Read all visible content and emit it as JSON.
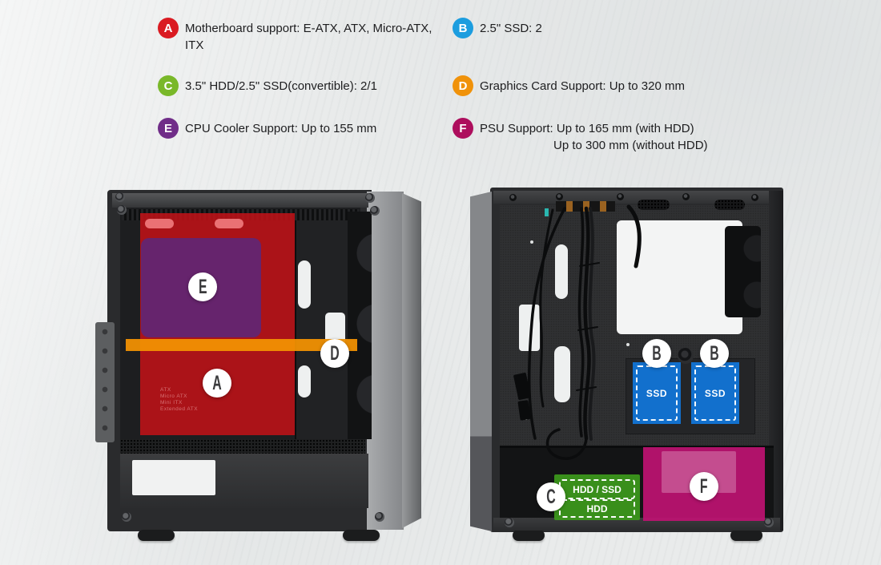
{
  "page": {
    "background": "#e9ebeb"
  },
  "legend": {
    "items": [
      {
        "id": "A",
        "color": "#da1a21",
        "line1": "Motherboard support: E-ATX, ATX, Micro-ATX,",
        "line2": "ITX"
      },
      {
        "id": "B",
        "color": "#1c9ddf",
        "line1": "2.5\" SSD: 2",
        "line2": ""
      },
      {
        "id": "C",
        "color": "#79b829",
        "line1": "3.5\" HDD/2.5\" SSD(convertible): 2/1",
        "line2": ""
      },
      {
        "id": "D",
        "color": "#f0920a",
        "line1": "Graphics Card Support: Up to 320 mm",
        "line2": ""
      },
      {
        "id": "E",
        "color": "#702d88",
        "line1": "CPU Cooler Support: Up to 155 mm",
        "line2": ""
      },
      {
        "id": "F",
        "color": "#ad0e5d",
        "line1": "PSU Support: Up to 165 mm (with HDD)",
        "line2": "Up to 300 mm (without HDD)"
      }
    ]
  },
  "left_case": {
    "markers": [
      {
        "id": "E"
      },
      {
        "id": "D"
      },
      {
        "id": "A"
      }
    ],
    "tray_markings": [
      "ATX",
      "Micro ATX",
      "Mini ITX",
      "Extended ATX"
    ]
  },
  "right_case": {
    "markers": [
      {
        "id": "B"
      },
      {
        "id": "B"
      },
      {
        "id": "C"
      },
      {
        "id": "F"
      }
    ],
    "ssd_labels": [
      "SSD",
      "SSD"
    ],
    "drive_bay_labels": [
      "HDD / SSD",
      "HDD"
    ]
  },
  "overlay_colors": {
    "motherboard_red": "#c31117",
    "cpu_cooler_purple": "#622572",
    "gpu_orange": "#f29202",
    "ssd_blue": "#1274d6",
    "hdd_green": "#3c991c",
    "psu_magenta": "#c21273"
  }
}
